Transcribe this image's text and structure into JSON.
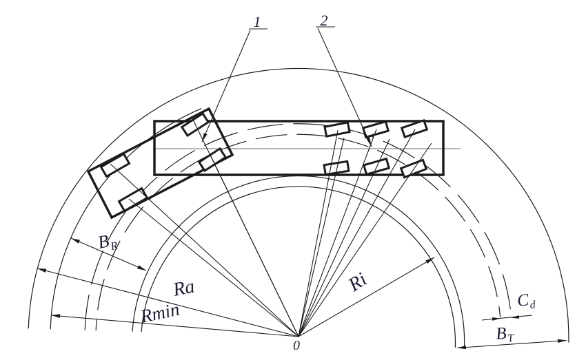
{
  "colors": {
    "ink": "#1c1c1c",
    "label": "#1d1d33",
    "paper": "#ffffff",
    "centerline": "#6e6e6e"
  },
  "callouts": {
    "one": "1",
    "two": "2"
  },
  "labels": {
    "corridor_width": {
      "base": "B",
      "sub": "R"
    },
    "outer_radius": "Ra",
    "min_turn_radius": "Rmin",
    "inner_radius": "Ri",
    "lane_clearance": {
      "base": "C",
      "sub": "d"
    },
    "road_width": {
      "base": "B",
      "sub": "T"
    },
    "turn_center": "0"
  }
}
